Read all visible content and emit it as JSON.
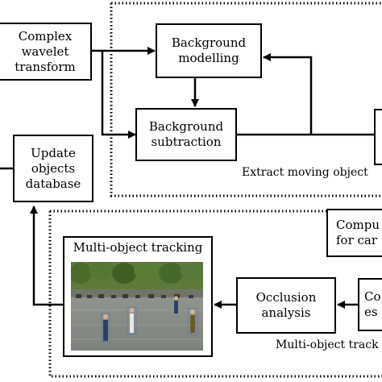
{
  "nodes": {
    "complex_wavelet": {
      "lines": [
        "Complex",
        "wavelet",
        "transform"
      ]
    },
    "background_modelling": {
      "lines": [
        "Background",
        "modelling"
      ]
    },
    "background_subtraction": {
      "lines": [
        "Background",
        "subtraction"
      ]
    },
    "update_objects": {
      "lines": [
        "Update",
        "objects",
        "database"
      ]
    },
    "compute_partial": {
      "lines": [
        "Compu",
        "for car"
      ]
    },
    "occlusion_analysis": {
      "lines": [
        "Occlusion",
        "analysis"
      ]
    },
    "co_partial": {
      "lines": [
        "Co",
        "es"
      ]
    },
    "multi_object_tracking": {
      "title": "Multi-object tracking"
    }
  },
  "group_labels": {
    "extract_moving": "Extract moving object",
    "multi_object_track": "Multi-object track"
  }
}
